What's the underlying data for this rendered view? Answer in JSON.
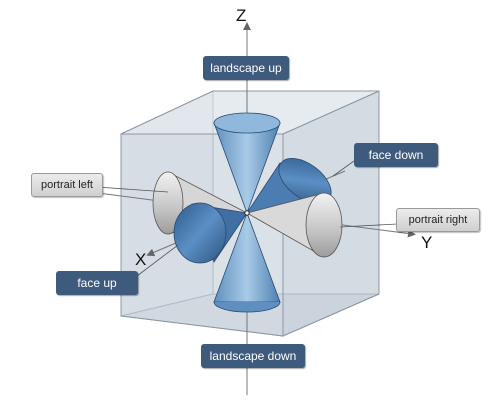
{
  "axes": {
    "z": "Z",
    "y": "Y",
    "x": "X"
  },
  "labels": {
    "landscape_up": "landscape up",
    "landscape_down": "landscape down",
    "face_down": "face down",
    "face_up": "face up",
    "portrait_left": "portrait left",
    "portrait_right": "portrait right"
  },
  "colors": {
    "blue_label": "#3e5a7c",
    "gray_label": "#dcdcdc",
    "cube_fill": "#d8dee5",
    "cone_blue": "#7aa7cf",
    "cone_dark_blue": "#3f6fa3",
    "cone_gray": "#c8c8c8"
  }
}
